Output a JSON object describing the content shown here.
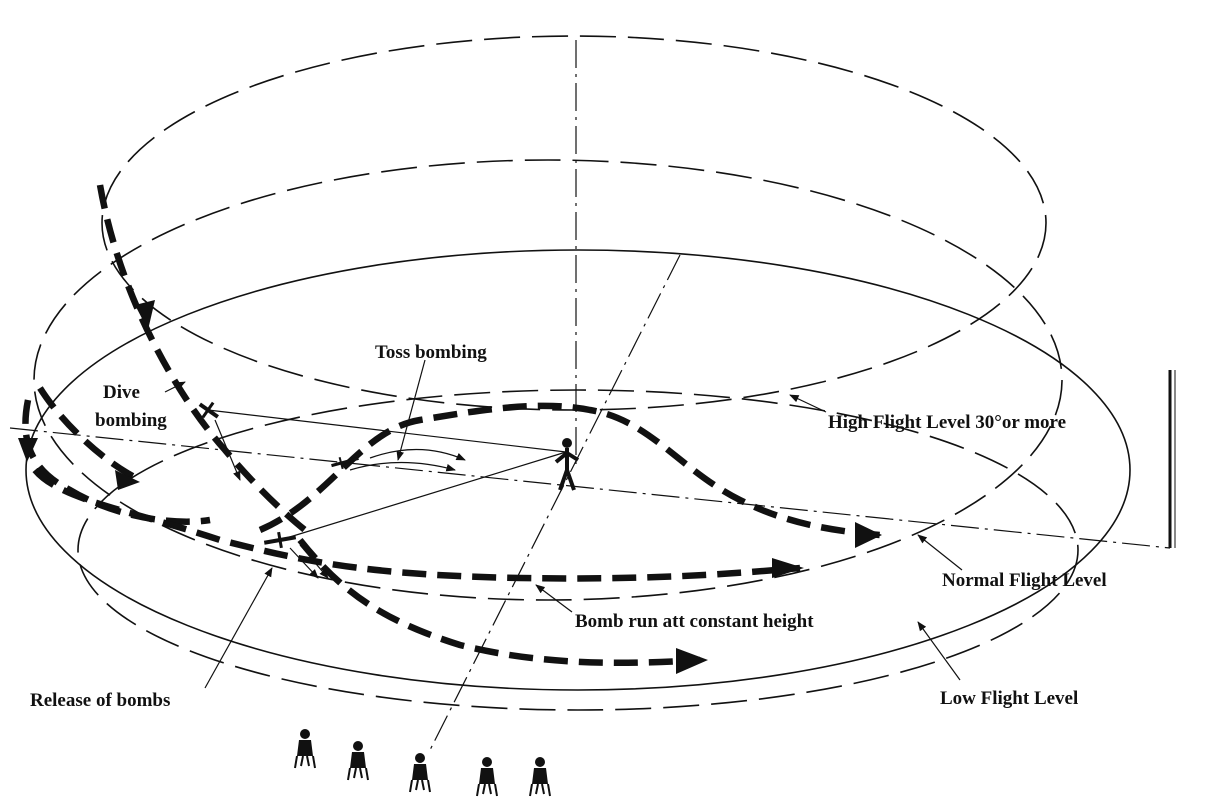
{
  "labels": {
    "toss_bombing": "Toss bombing",
    "dive_bombing_1": "Dive",
    "dive_bombing_2": "bombing",
    "high_flight_level": "High Flight Level 30°or more",
    "normal_flight_level": "Normal Flight Level",
    "bomb_run": "Bomb run att constant height",
    "low_flight_level": "Low Flight Level",
    "release_of_bombs": "Release of bombs"
  }
}
